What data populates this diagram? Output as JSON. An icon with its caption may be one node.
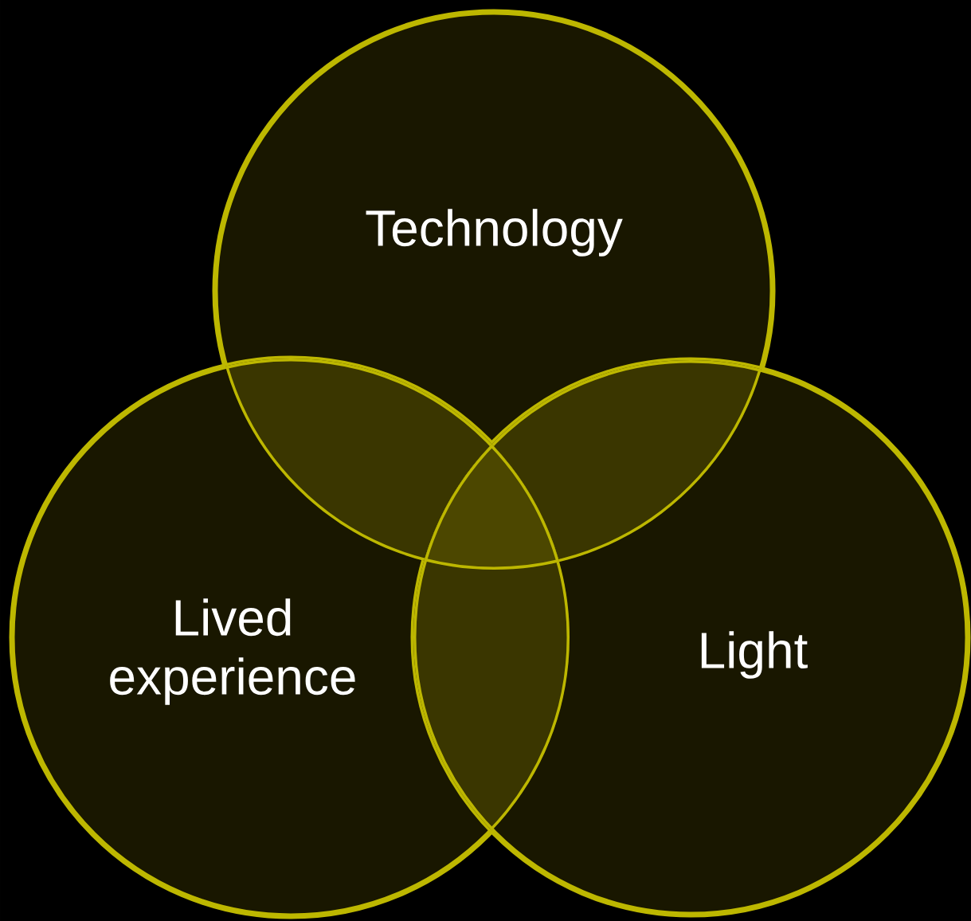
{
  "diagram": {
    "nodes": [
      {
        "text": [
          "Technology"
        ]
      },
      {
        "text": [
          "Lived experience"
        ]
      },
      {
        "text": [
          "Light"
        ]
      }
    ]
  }
}
